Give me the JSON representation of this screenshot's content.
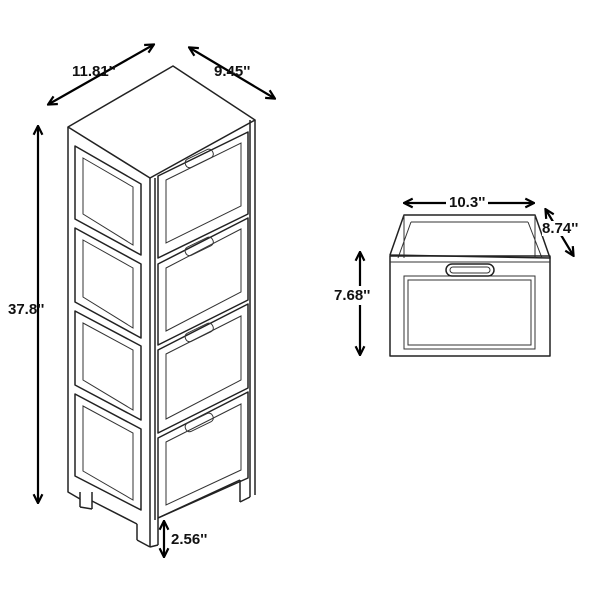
{
  "cabinet": {
    "width_label": "11.81''",
    "depth_label": "9.45''",
    "height_label": "37.8''",
    "leg_height_label": "2.56''"
  },
  "bin": {
    "width_label": "10.3''",
    "depth_label": "8.74''",
    "height_label": "7.68''"
  },
  "colors": {
    "line": "#222222",
    "arrow": "#000000",
    "background": "#ffffff"
  }
}
